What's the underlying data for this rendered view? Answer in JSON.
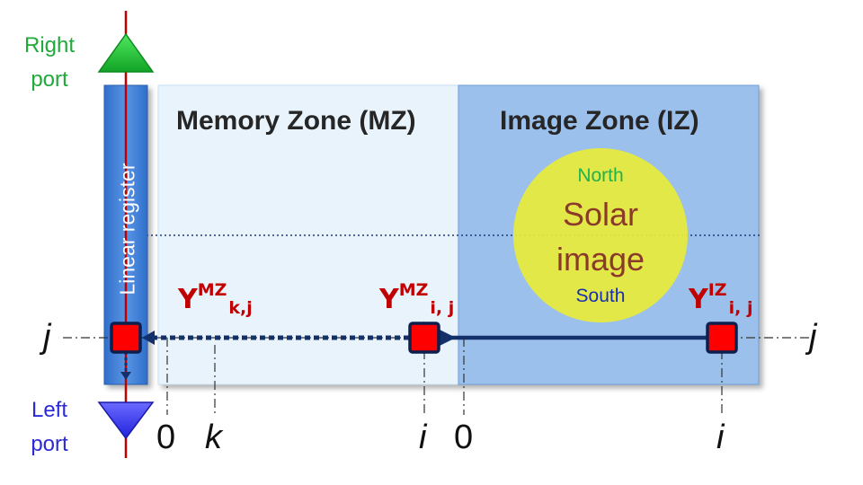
{
  "zones": {
    "memory_title": "Memory Zone (MZ)",
    "image_title": "Image Zone (IZ)"
  },
  "register": {
    "label": "Linear register"
  },
  "ports": {
    "right_line1": "Right",
    "right_line2": "port",
    "left_line1": "Left",
    "left_line2": "port"
  },
  "sun": {
    "north": "North",
    "line1": "Solar",
    "line2": "image",
    "south": "South"
  },
  "gammas": {
    "mz_kj": {
      "symbol": "Υ",
      "sup": "MZ",
      "sub": "k,j"
    },
    "mz_ij": {
      "symbol": "Υ",
      "sup": "MZ",
      "sub": "i, j"
    },
    "iz_ij": {
      "symbol": "Υ",
      "sup": "IZ",
      "sub": "i, j"
    }
  },
  "axis": {
    "j_left": "j",
    "j_right": "j",
    "zero_mz": "0",
    "k": "k",
    "i_mz": "i",
    "zero_iz": "0",
    "i_iz": "i"
  },
  "colors": {
    "register_blue": "#3f7fd6",
    "memory_zone": "#e8f3fc",
    "image_zone": "#9cc0ec",
    "sun_yellow": "#e8ec3a",
    "pixel_red": "#ff0000",
    "pixel_border": "#0c1f4d",
    "arrow_navy": "#13306b",
    "port_green": "#22c33a",
    "port_blue": "#3b3bff",
    "axis_red": "#c00000"
  }
}
